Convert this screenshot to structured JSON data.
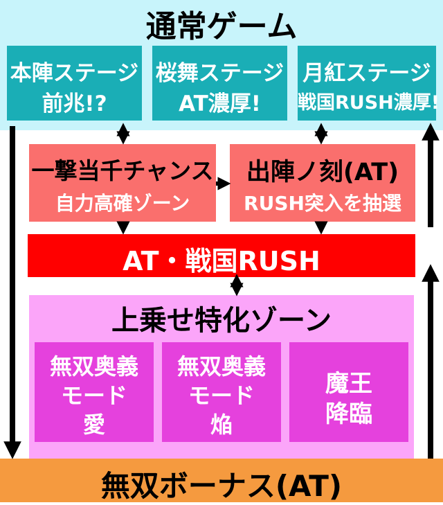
{
  "normal_game": {
    "title": "通常ゲーム"
  },
  "stages": [
    {
      "name": "本陣ステージ",
      "note": "前兆!?"
    },
    {
      "name": "桜舞ステージ",
      "note": "AT濃厚!"
    },
    {
      "name": "月紅ステージ",
      "note": "戦国RUSH濃厚!"
    }
  ],
  "chance_zone": {
    "title": "一撃当千チャンス",
    "note": "自力高確ゾーン"
  },
  "shutsujin": {
    "title": "出陣ノ刻(AT)",
    "note": "RUSH突入を抽選"
  },
  "at_rush": {
    "title": "AT・戦国RUSH"
  },
  "uwanose": {
    "title": "上乗せ特化ゾーン",
    "modes": [
      {
        "line1": "無双奥義",
        "line2": "モード",
        "line3": "愛"
      },
      {
        "line1": "無双奥義",
        "line2": "モード",
        "line3": "焔"
      },
      {
        "line1": "魔王",
        "line2": "降臨"
      }
    ]
  },
  "musou_bonus": {
    "title": "無双ボーナス(AT)"
  },
  "colors": {
    "normal_band": "#c8f4fb",
    "stage_box": "#1aaeb6",
    "salmon_box": "#fa6f6d",
    "rush_bar": "#ff0000",
    "pink_band": "#fba5f9",
    "magenta_box": "#e541dd",
    "bonus_band": "#f59a3f"
  }
}
